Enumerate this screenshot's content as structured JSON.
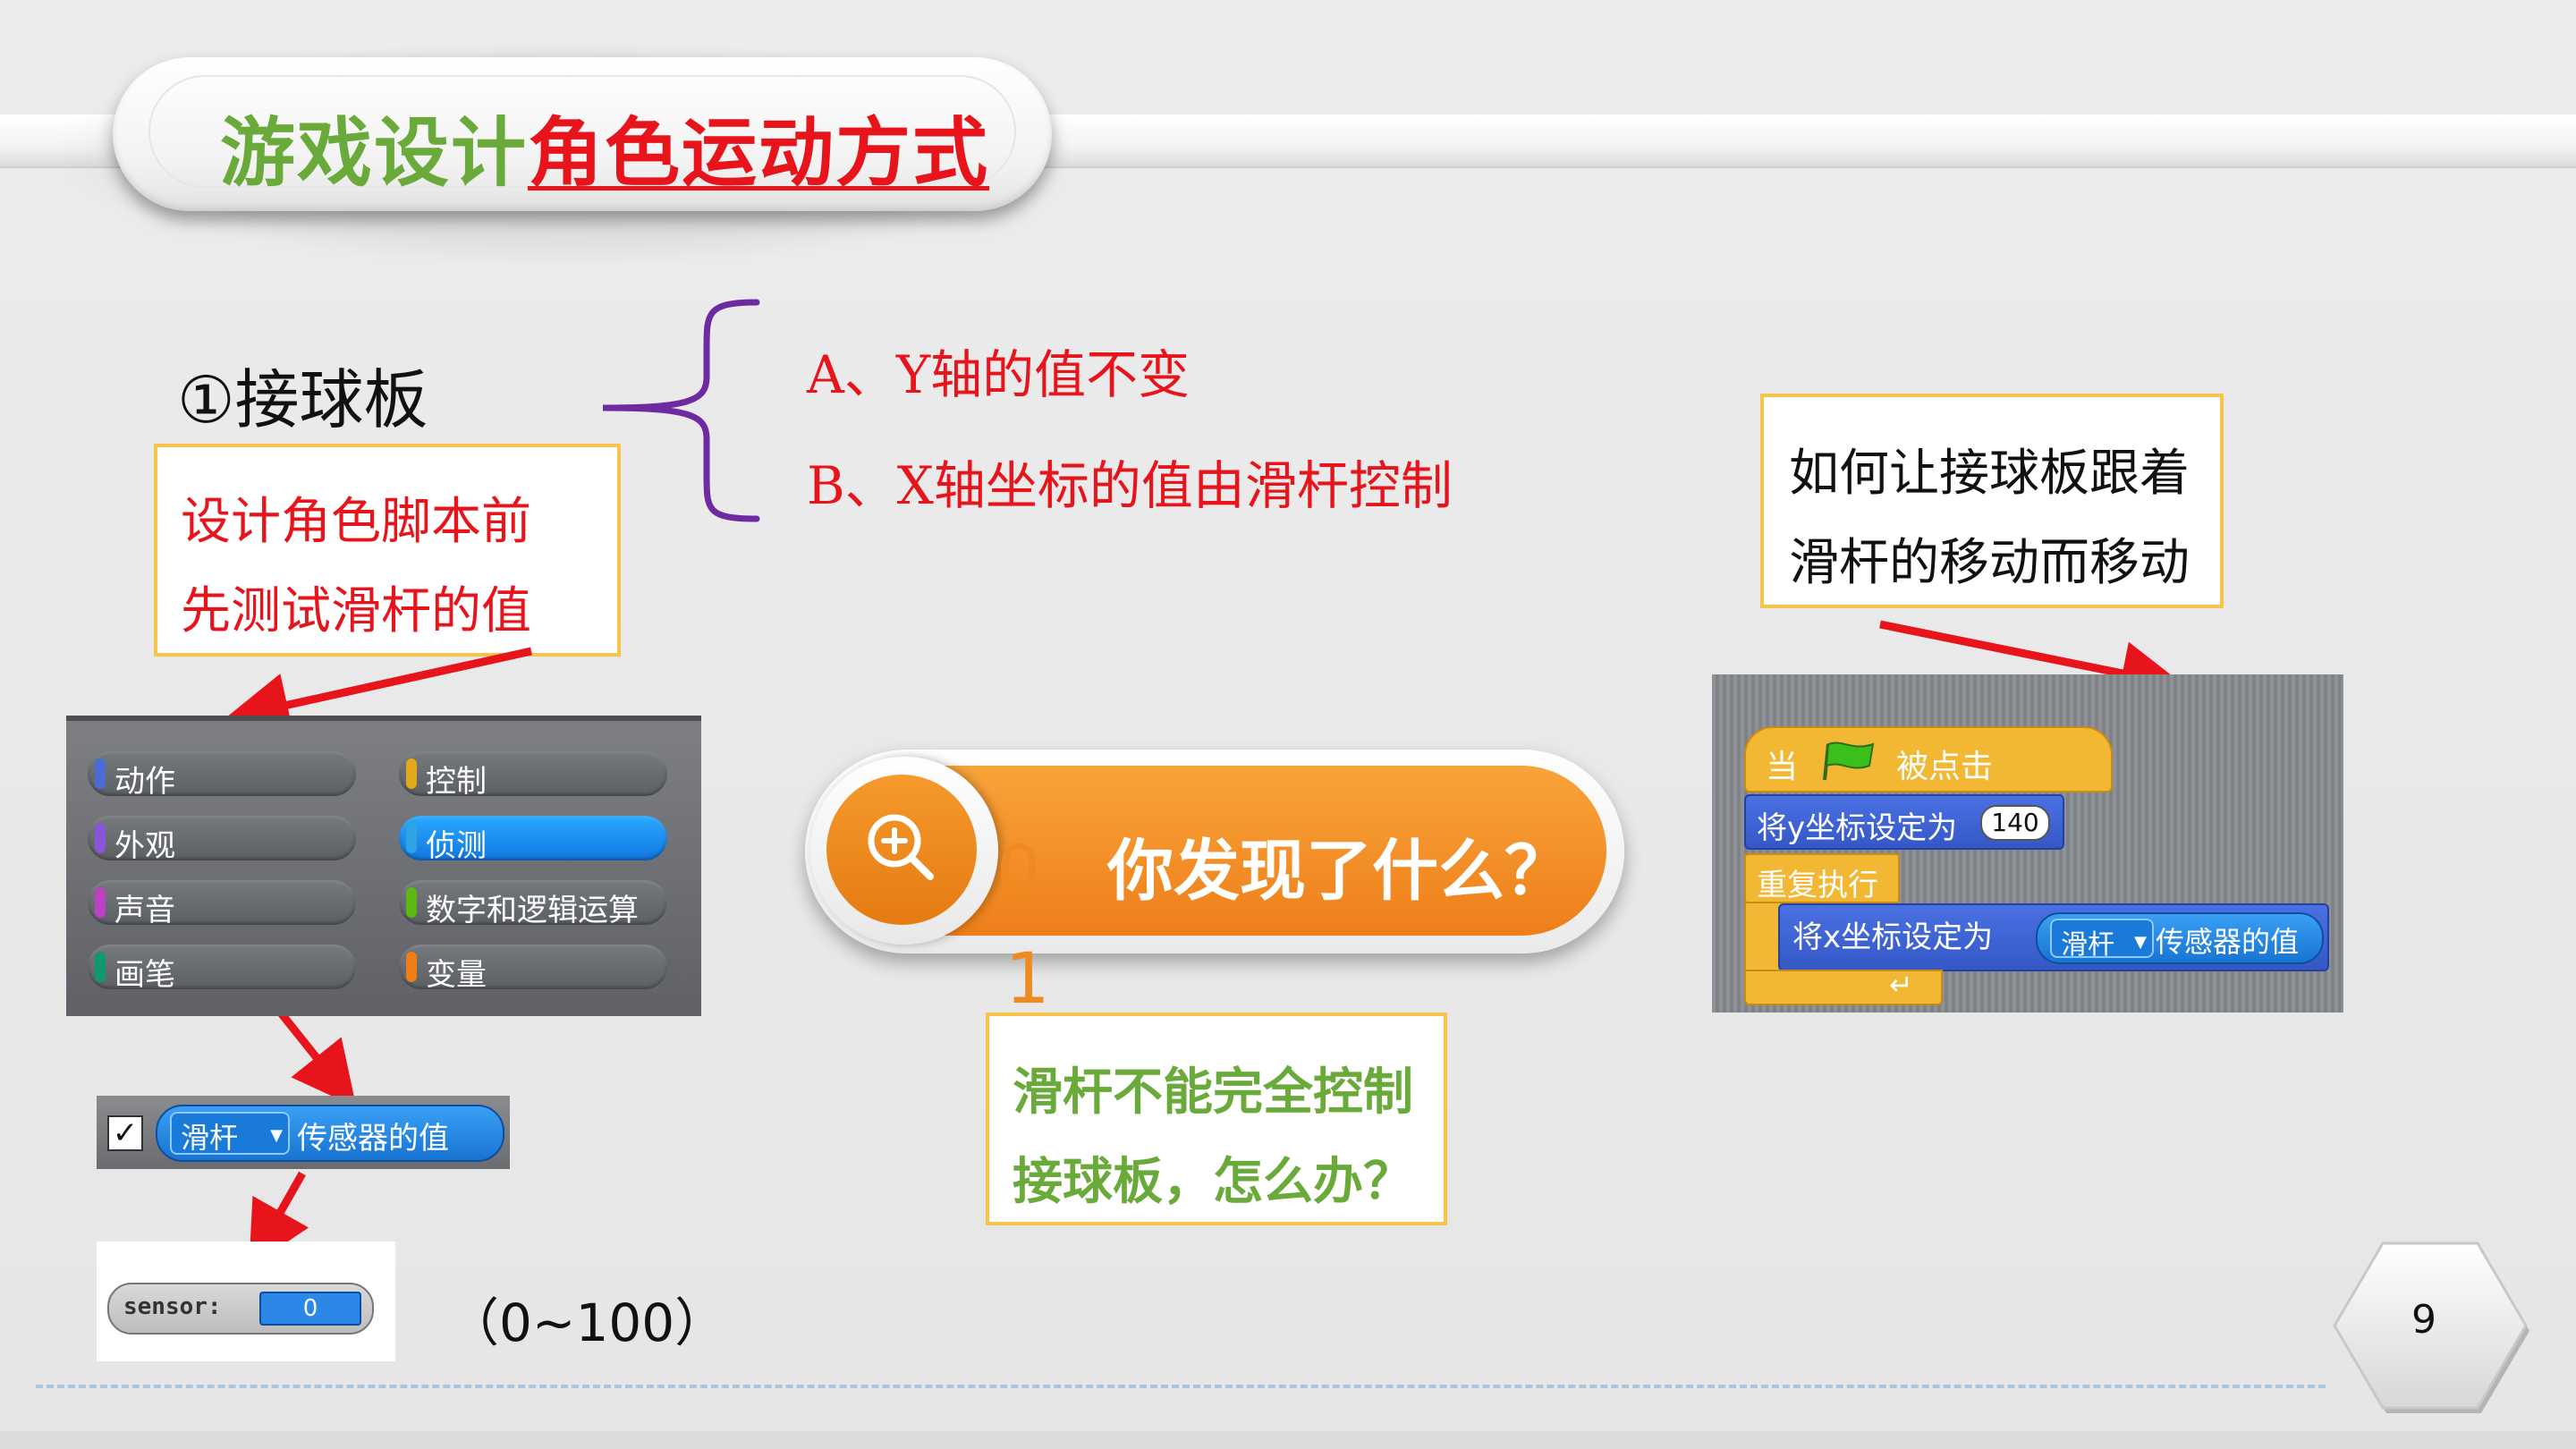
{
  "title": {
    "part1": "游戏设计",
    "part2": "角色运动方式"
  },
  "section_label": "①接球板",
  "tip_box": {
    "line1": "设计角色脚本前",
    "line2": "先测试滑杆的值"
  },
  "options": {
    "a": "A、Y轴的值不变",
    "b": "B、X轴坐标的值由滑杆控制"
  },
  "palette": {
    "items": [
      {
        "label": "动作",
        "color": "#4a6cd4"
      },
      {
        "label": "控制",
        "color": "#e1a91a"
      },
      {
        "label": "外观",
        "color": "#8a55d7"
      },
      {
        "label": "侦测",
        "color": "#2ca5e2",
        "active": true
      },
      {
        "label": "声音",
        "color": "#bb42c3"
      },
      {
        "label": "数字和逻辑运算",
        "color": "#5cb712"
      },
      {
        "label": "画笔",
        "color": "#0e9a6c"
      },
      {
        "label": "变量",
        "color": "#ee7d16"
      }
    ]
  },
  "sensor_block": {
    "dropdown": "滑杆",
    "text": "传感器的值",
    "checked": "✓"
  },
  "sensor_monitor": {
    "label": "sensor:",
    "value": "0"
  },
  "range_text": "（0~100）",
  "banner": {
    "text": "你发现了什么？",
    "stray_digit_1": "0",
    "stray_digit_2": "1"
  },
  "question_box": {
    "line1": "滑杆不能完全控制",
    "line2": "接球板，怎么办？"
  },
  "hint_box": {
    "line1": "如何让接球板跟着",
    "line2": "滑杆的移动而移动"
  },
  "script": {
    "hat_when": "当",
    "hat_clicked": "被点击",
    "set_y": "将y坐标设定为",
    "y_value": "140",
    "repeat": "重复执行",
    "set_x": "将x坐标设定为",
    "sensor_dropdown": "滑杆",
    "sensor_text": "传感器的值"
  },
  "page_number": "9",
  "colors": {
    "green": "#6aaa3a",
    "red": "#e8141c",
    "orange": "#f08a20",
    "yellow_border": "#f5c54a"
  }
}
